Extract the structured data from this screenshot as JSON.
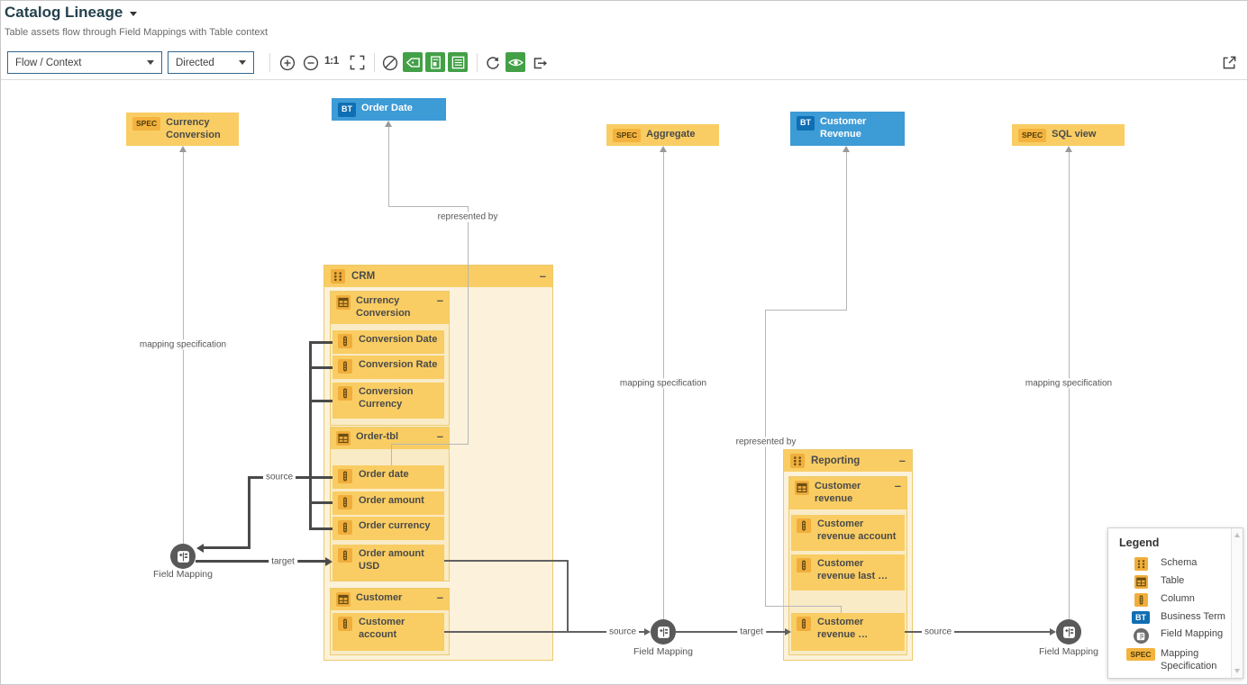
{
  "header": {
    "title": "Catalog Lineage",
    "subtitle": "Table assets flow through Field Mappings with Table context"
  },
  "toolbar": {
    "view_mode": "Flow / Context",
    "layout_direction": "Directed",
    "zoom_reset": "1:1"
  },
  "badges": {
    "spec": "SPEC",
    "bt": "BT"
  },
  "ui": {
    "collapse": "–"
  },
  "nodes": {
    "spec": [
      {
        "label": "Currency Conversion"
      },
      {
        "label": "Aggregate"
      },
      {
        "label": "SQL view"
      }
    ],
    "business_terms": [
      {
        "label": "Order Date"
      },
      {
        "label": "Customer Revenue"
      }
    ],
    "schemas": [
      {
        "label": "CRM",
        "tables": [
          {
            "label": "Currency Conversion",
            "columns": [
              "Conversion Date",
              "Conversion Rate",
              "Conversion Currency"
            ]
          },
          {
            "label": "Order-tbl",
            "columns": [
              "Order date",
              "Order amount",
              "Order currency",
              "Order amount USD"
            ]
          },
          {
            "label": "Customer",
            "columns": [
              "Customer account"
            ]
          }
        ]
      },
      {
        "label": "Reporting",
        "tables": [
          {
            "label": "Customer revenue",
            "columns": [
              "Customer revenue account",
              "Customer revenue last …",
              "Customer revenue …"
            ]
          }
        ]
      }
    ],
    "field_mappings": [
      {
        "label": "Field Mapping"
      },
      {
        "label": "Field Mapping"
      },
      {
        "label": "Field Mapping"
      }
    ]
  },
  "edges": {
    "labels": {
      "mapping_specification": "mapping specification",
      "represented_by": "represented by",
      "source": "source",
      "target": "target"
    }
  },
  "legend": {
    "title": "Legend",
    "items": [
      {
        "icon": "schema-icon",
        "label": "Schema"
      },
      {
        "icon": "table-icon",
        "label": "Table"
      },
      {
        "icon": "column-icon",
        "label": "Column"
      },
      {
        "icon": "business-term-icon",
        "label": "Business Term"
      },
      {
        "icon": "field-mapping-icon",
        "label": "Field Mapping"
      },
      {
        "icon": "mapping-specification-icon",
        "label": "Mapping Specification"
      }
    ]
  },
  "colors": {
    "asset_yellow": "#f9cd63",
    "badge_amber": "#f3b33e",
    "schema_body": "#fcf2db",
    "table_body": "#f9ebc6",
    "business_term_blue": "#3d9bd6",
    "bt_badge_blue": "#0f6fb4",
    "field_mapping_gray": "#595959",
    "toolbar_green": "#43a047",
    "edge_light": "#b6b6b6",
    "edge_dark": "#4a4a4a"
  }
}
